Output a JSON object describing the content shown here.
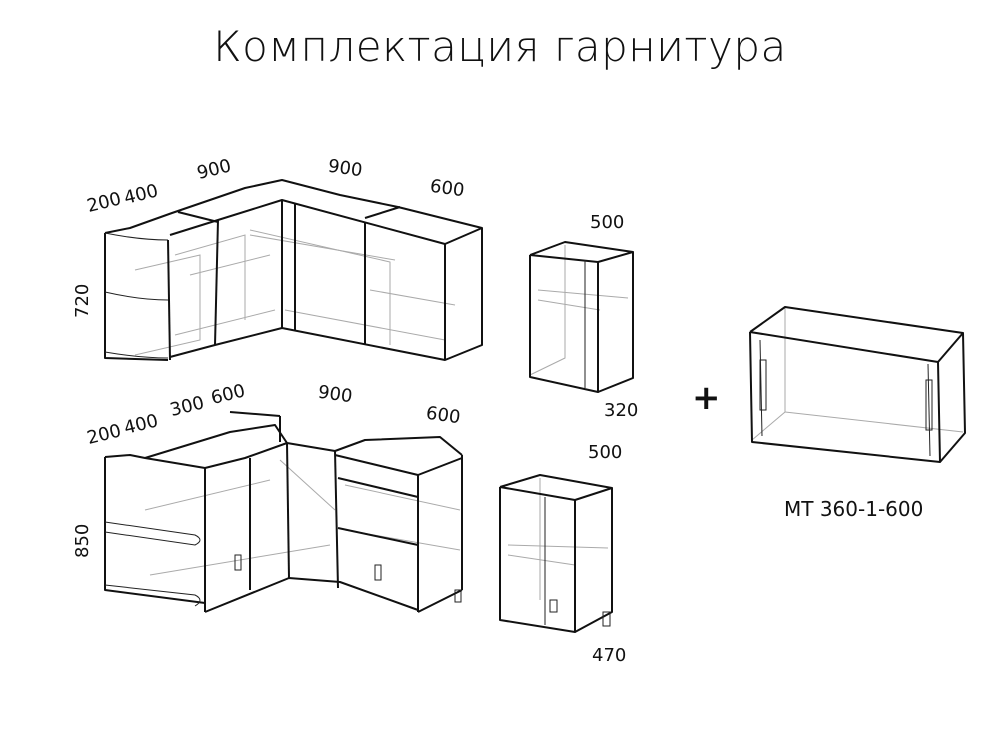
{
  "title": "Комплектация гарнитура",
  "upper_set": {
    "dims": [
      "200",
      "400",
      "900",
      "900",
      "600"
    ],
    "height": "720"
  },
  "upper_single": {
    "width": "500",
    "depth": "320"
  },
  "lower_set": {
    "dims": [
      "200",
      "400",
      "300",
      "600",
      "900",
      "600"
    ],
    "height": "850"
  },
  "lower_single": {
    "width": "500",
    "depth": "470"
  },
  "plus": "+",
  "extra_cabinet": {
    "code": "МТ 360-1-600"
  }
}
